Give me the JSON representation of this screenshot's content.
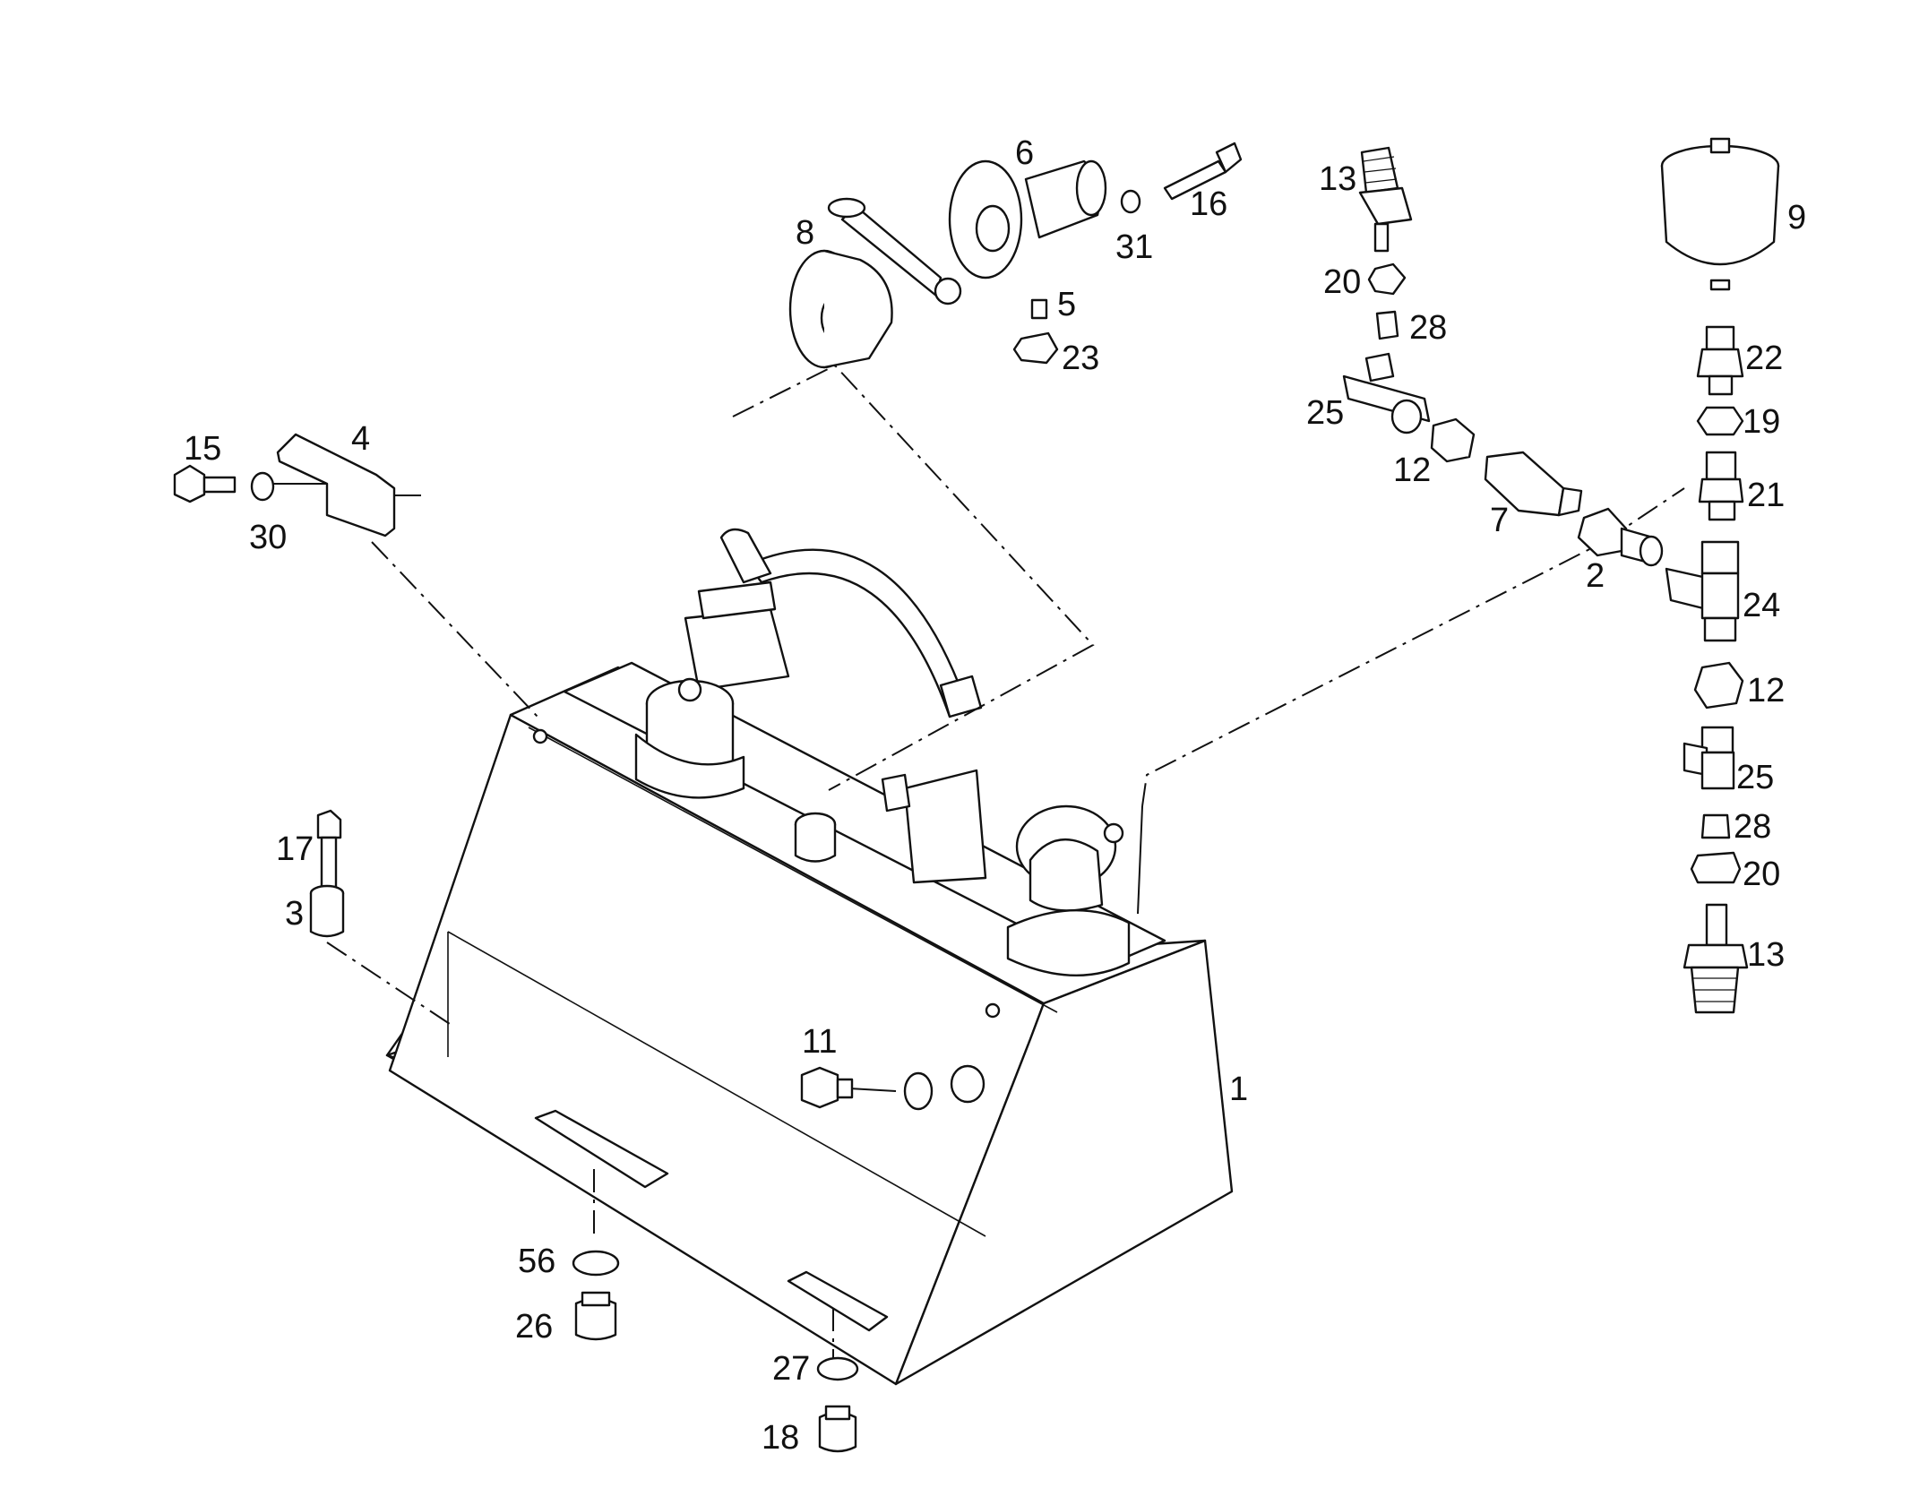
{
  "callouts": [
    {
      "id": "c1",
      "label": "1"
    },
    {
      "id": "c2",
      "label": "2"
    },
    {
      "id": "c3",
      "label": "3"
    },
    {
      "id": "c4",
      "label": "4"
    },
    {
      "id": "c5",
      "label": "5"
    },
    {
      "id": "c6",
      "label": "6"
    },
    {
      "id": "c7",
      "label": "7"
    },
    {
      "id": "c8",
      "label": "8"
    },
    {
      "id": "c9",
      "label": "9"
    },
    {
      "id": "c11",
      "label": "11"
    },
    {
      "id": "c12a",
      "label": "12"
    },
    {
      "id": "c12b",
      "label": "12"
    },
    {
      "id": "c13a",
      "label": "13"
    },
    {
      "id": "c13b",
      "label": "13"
    },
    {
      "id": "c15",
      "label": "15"
    },
    {
      "id": "c16",
      "label": "16"
    },
    {
      "id": "c17",
      "label": "17"
    },
    {
      "id": "c18",
      "label": "18"
    },
    {
      "id": "c19",
      "label": "19"
    },
    {
      "id": "c20a",
      "label": "20"
    },
    {
      "id": "c20b",
      "label": "20"
    },
    {
      "id": "c21",
      "label": "21"
    },
    {
      "id": "c22",
      "label": "22"
    },
    {
      "id": "c23",
      "label": "23"
    },
    {
      "id": "c24",
      "label": "24"
    },
    {
      "id": "c25a",
      "label": "25"
    },
    {
      "id": "c25b",
      "label": "25"
    },
    {
      "id": "c26",
      "label": "26"
    },
    {
      "id": "c27",
      "label": "27"
    },
    {
      "id": "c28a",
      "label": "28"
    },
    {
      "id": "c28b",
      "label": "28"
    },
    {
      "id": "c30",
      "label": "30"
    },
    {
      "id": "c31",
      "label": "31"
    },
    {
      "id": "c56",
      "label": "56"
    }
  ]
}
